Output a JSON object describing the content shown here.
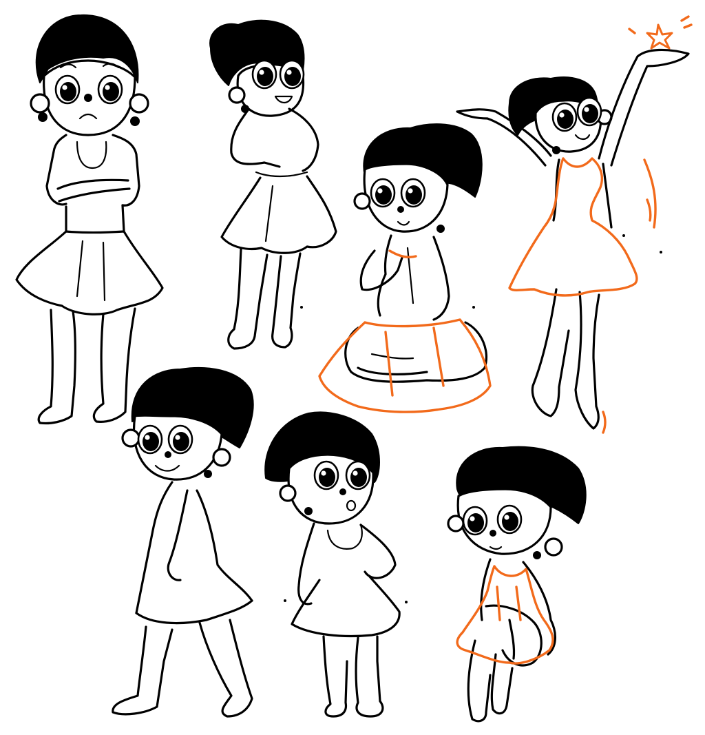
{
  "canvas": {
    "background": "#ffffff"
  },
  "colors": {
    "line": "#000000",
    "accent": "#f26a1b",
    "fill": "#ffffff"
  },
  "figures": [
    {
      "id": "arms-crossed",
      "expression": "worried",
      "accent": false
    },
    {
      "id": "hands-on-waist",
      "expression": "laughing",
      "accent": false
    },
    {
      "id": "kneeling",
      "expression": "calm",
      "accent": true
    },
    {
      "id": "reaching-star",
      "expression": "smile",
      "accent": true
    },
    {
      "id": "walking",
      "expression": "smile",
      "accent": false
    },
    {
      "id": "hand-on-hip",
      "expression": "surprised",
      "accent": false
    },
    {
      "id": "sitting-knees-up",
      "expression": "calm",
      "accent": true
    }
  ]
}
